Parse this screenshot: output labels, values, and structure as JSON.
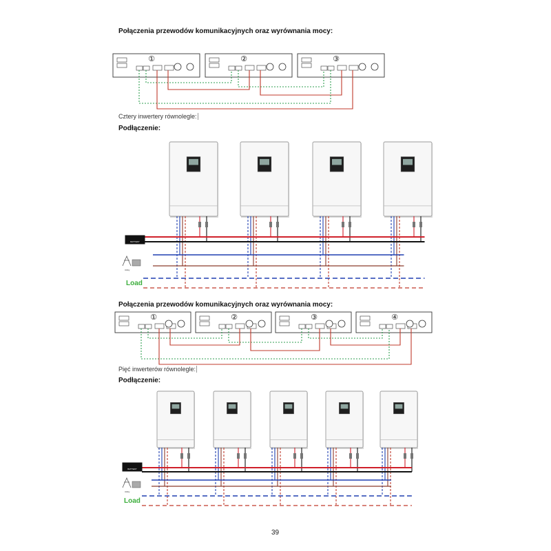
{
  "headings": {
    "comm_wiring_1": "Połączenia przewodów komunikacyjnych oraz wyrównania mocy:",
    "four_parallel": "Cztery inwertery równolegle:",
    "connection_1": "Podłączenie:",
    "comm_wiring_2": "Połączenia przewodów komunikacyjnych oraz wyrównania mocy:",
    "five_parallel": "Pięć inwerterów równolegle:",
    "connection_2": "Podłączenie:"
  },
  "panel_numbers_three": [
    "①",
    "②",
    "③"
  ],
  "panel_numbers_four": [
    "①",
    "②",
    "③",
    "④"
  ],
  "labels": {
    "load_1": "Load",
    "load_2": "Load",
    "battery": "BATTERY",
    "utility": "Utility"
  },
  "page_number": "39",
  "colors": {
    "comm_cable_green": "#2e9e4f",
    "current_sharing_red": "#c0392b",
    "battery_positive_red": "#d0202a",
    "battery_negative_black": "#111111",
    "utility_blue": "#1f3fb0",
    "utility_brown": "#8b3a2a",
    "load_dashed_blue": "#1f3fb0",
    "load_dashed_red": "#c0392b",
    "load_text_green": "#3cae3c"
  }
}
